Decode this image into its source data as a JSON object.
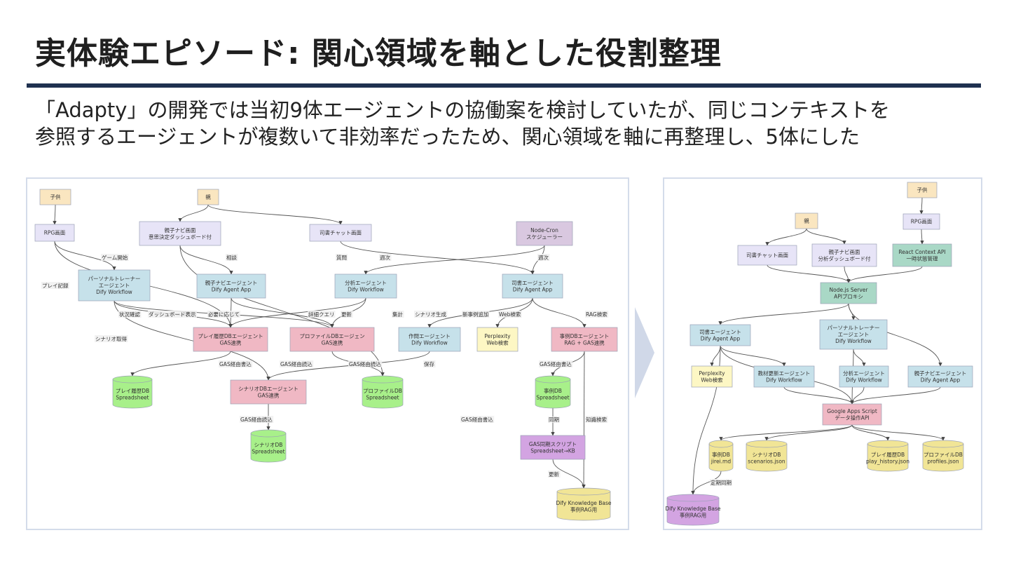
{
  "title": "実体験エピソード: 関心領域を軸とした役割整理",
  "description": [
    "「Adapty」の開発では当初9体エージェントの協働案を検討していたが、同じコンテキストを",
    "参照するエージェントが複数いて非効率だったため、関心領域を軸に再整理し、5体にした"
  ],
  "colors": {
    "cream": "#fae6c0",
    "lavender": "#e7e4f7",
    "purple": "#d9c8e0",
    "blue": "#c6e1ea",
    "pink": "#f0b8c4",
    "green": "#a8f08a",
    "yellow": "#fdf7c4",
    "violet": "#d3a4e2",
    "db_yellow": "#f1e596",
    "teal": "#a9d8c6",
    "rule": "#1f3150",
    "arrow": "#d0d8e8"
  },
  "diagram_left": {
    "nodes": [
      {
        "id": "child",
        "lines": [
          "子供"
        ]
      },
      {
        "id": "parent",
        "lines": [
          "親"
        ]
      },
      {
        "id": "rpg",
        "lines": [
          "RPG画面"
        ]
      },
      {
        "id": "parentnavi_screen",
        "lines": [
          "親子ナビ画面",
          "意思決定ダッシュボード付"
        ]
      },
      {
        "id": "librarian_chat",
        "lines": [
          "司書チャット画面"
        ]
      },
      {
        "id": "nodecron",
        "lines": [
          "Node-Cron",
          "スケジューラー"
        ]
      },
      {
        "id": "trainer",
        "lines": [
          "パーソナルトレーナー",
          "エージェント",
          "Dify Workflow"
        ]
      },
      {
        "id": "parentnavi_agent",
        "lines": [
          "親子ナビエージェント",
          "Dify Agent App"
        ]
      },
      {
        "id": "analysis",
        "lines": [
          "分析エージェント",
          "Dify Workflow"
        ]
      },
      {
        "id": "librarian",
        "lines": [
          "司書エージェント",
          "Dify Agent App"
        ]
      },
      {
        "id": "playhist_agent",
        "lines": [
          "プレイ履歴DBエージェント",
          "GAS連携"
        ]
      },
      {
        "id": "profile_agent",
        "lines": [
          "プロファイルDBエージェン",
          "GAS連携"
        ]
      },
      {
        "id": "question",
        "lines": [
          "作問エージェント",
          "Dify Workflow"
        ]
      },
      {
        "id": "perplexity",
        "lines": [
          "Perplexity",
          "Web検索"
        ]
      },
      {
        "id": "case_agent",
        "lines": [
          "事例DBエージェント",
          "RAG + GAS連携"
        ]
      },
      {
        "id": "playhist_db",
        "lines": [
          "プレイ履歴DB",
          "Spreadsheet"
        ]
      },
      {
        "id": "scenario_agent",
        "lines": [
          "シナリオDBエージェント",
          "GAS連携"
        ]
      },
      {
        "id": "profile_db",
        "lines": [
          "プロファイルDB",
          "Spreadsheet"
        ]
      },
      {
        "id": "case_db",
        "lines": [
          "事例DB",
          "Spreadsheet"
        ]
      },
      {
        "id": "scenario_db",
        "lines": [
          "シナリオDB",
          "Spreadsheet"
        ]
      },
      {
        "id": "gas_sync",
        "lines": [
          "GAS同期スクリプト",
          "Spreadsheet→KB"
        ]
      },
      {
        "id": "dify_kb",
        "lines": [
          "Dify Knowledge Base",
          "事例RAG用"
        ]
      }
    ],
    "edge_labels": {
      "game_start": "ゲーム開始",
      "consult": "相談",
      "question": "質問",
      "weekly1": "週次",
      "weekly2": "週次",
      "play_record": "プレイ記録",
      "status": "状況確認",
      "dashboard": "ダッシュボード表示",
      "as_needed": "必要に応じて",
      "detail_query": "詳細クエリ",
      "update": "更新",
      "aggregate": "集計",
      "scenario_gen": "シナリオ生成",
      "new_case": "新事例追加",
      "web_search": "Web検索",
      "rag_search": "RAG検索",
      "scenario_get": "シナリオ取得",
      "gas_write1": "GAS経由書込",
      "gas_read1": "GAS経由読込",
      "gas_read2": "GAS経由読込",
      "save": "保存",
      "gas_write2": "GAS経由書込",
      "gas_read3": "GAS経由読込",
      "gas_write3": "GAS経由書込",
      "sync": "同期",
      "knowledge": "知識検索",
      "renew": "更新"
    }
  },
  "diagram_right": {
    "nodes": [
      {
        "id": "child",
        "lines": [
          "子供"
        ]
      },
      {
        "id": "parent",
        "lines": [
          "親"
        ]
      },
      {
        "id": "rpg",
        "lines": [
          "RPG画面"
        ]
      },
      {
        "id": "librarian_chat",
        "lines": [
          "司書チャット画面"
        ]
      },
      {
        "id": "parentnavi_screen",
        "lines": [
          "親子ナビ画面",
          "分析ダッシュボード付"
        ]
      },
      {
        "id": "react_ctx",
        "lines": [
          "React Context API",
          "一時状態管理"
        ]
      },
      {
        "id": "node_server",
        "lines": [
          "Node.js Server",
          "APIプロキシ"
        ]
      },
      {
        "id": "librarian",
        "lines": [
          "司書エージェント",
          "Dify Agent App"
        ]
      },
      {
        "id": "trainer",
        "lines": [
          "パーソナルトレーナー",
          "エージェント",
          "Dify Workflow"
        ]
      },
      {
        "id": "perplexity",
        "lines": [
          "Perplexity",
          "Web検索"
        ]
      },
      {
        "id": "material",
        "lines": [
          "教材更新エージェント",
          "Dify Workflow"
        ]
      },
      {
        "id": "analysis",
        "lines": [
          "分析エージェント",
          "Dify Workflow"
        ]
      },
      {
        "id": "parentnavi_agent",
        "lines": [
          "親子ナビエージェント",
          "Dify Agent App"
        ]
      },
      {
        "id": "gas",
        "lines": [
          "Google Apps Script",
          "データ操作API"
        ]
      },
      {
        "id": "case_db",
        "lines": [
          "事例DB",
          "jirei.md"
        ]
      },
      {
        "id": "scenario_db",
        "lines": [
          "シナリオDB",
          "scenarios.json"
        ]
      },
      {
        "id": "playhist_db",
        "lines": [
          "プレイ履歴DB",
          "play_history.json"
        ]
      },
      {
        "id": "profile_db",
        "lines": [
          "プロファイルDB",
          "profiles.json"
        ]
      },
      {
        "id": "dify_kb",
        "lines": [
          "Dify Knowledge Base",
          "事例RAG用"
        ]
      }
    ],
    "edge_labels": {
      "periodic_sync": "定期同期"
    }
  }
}
